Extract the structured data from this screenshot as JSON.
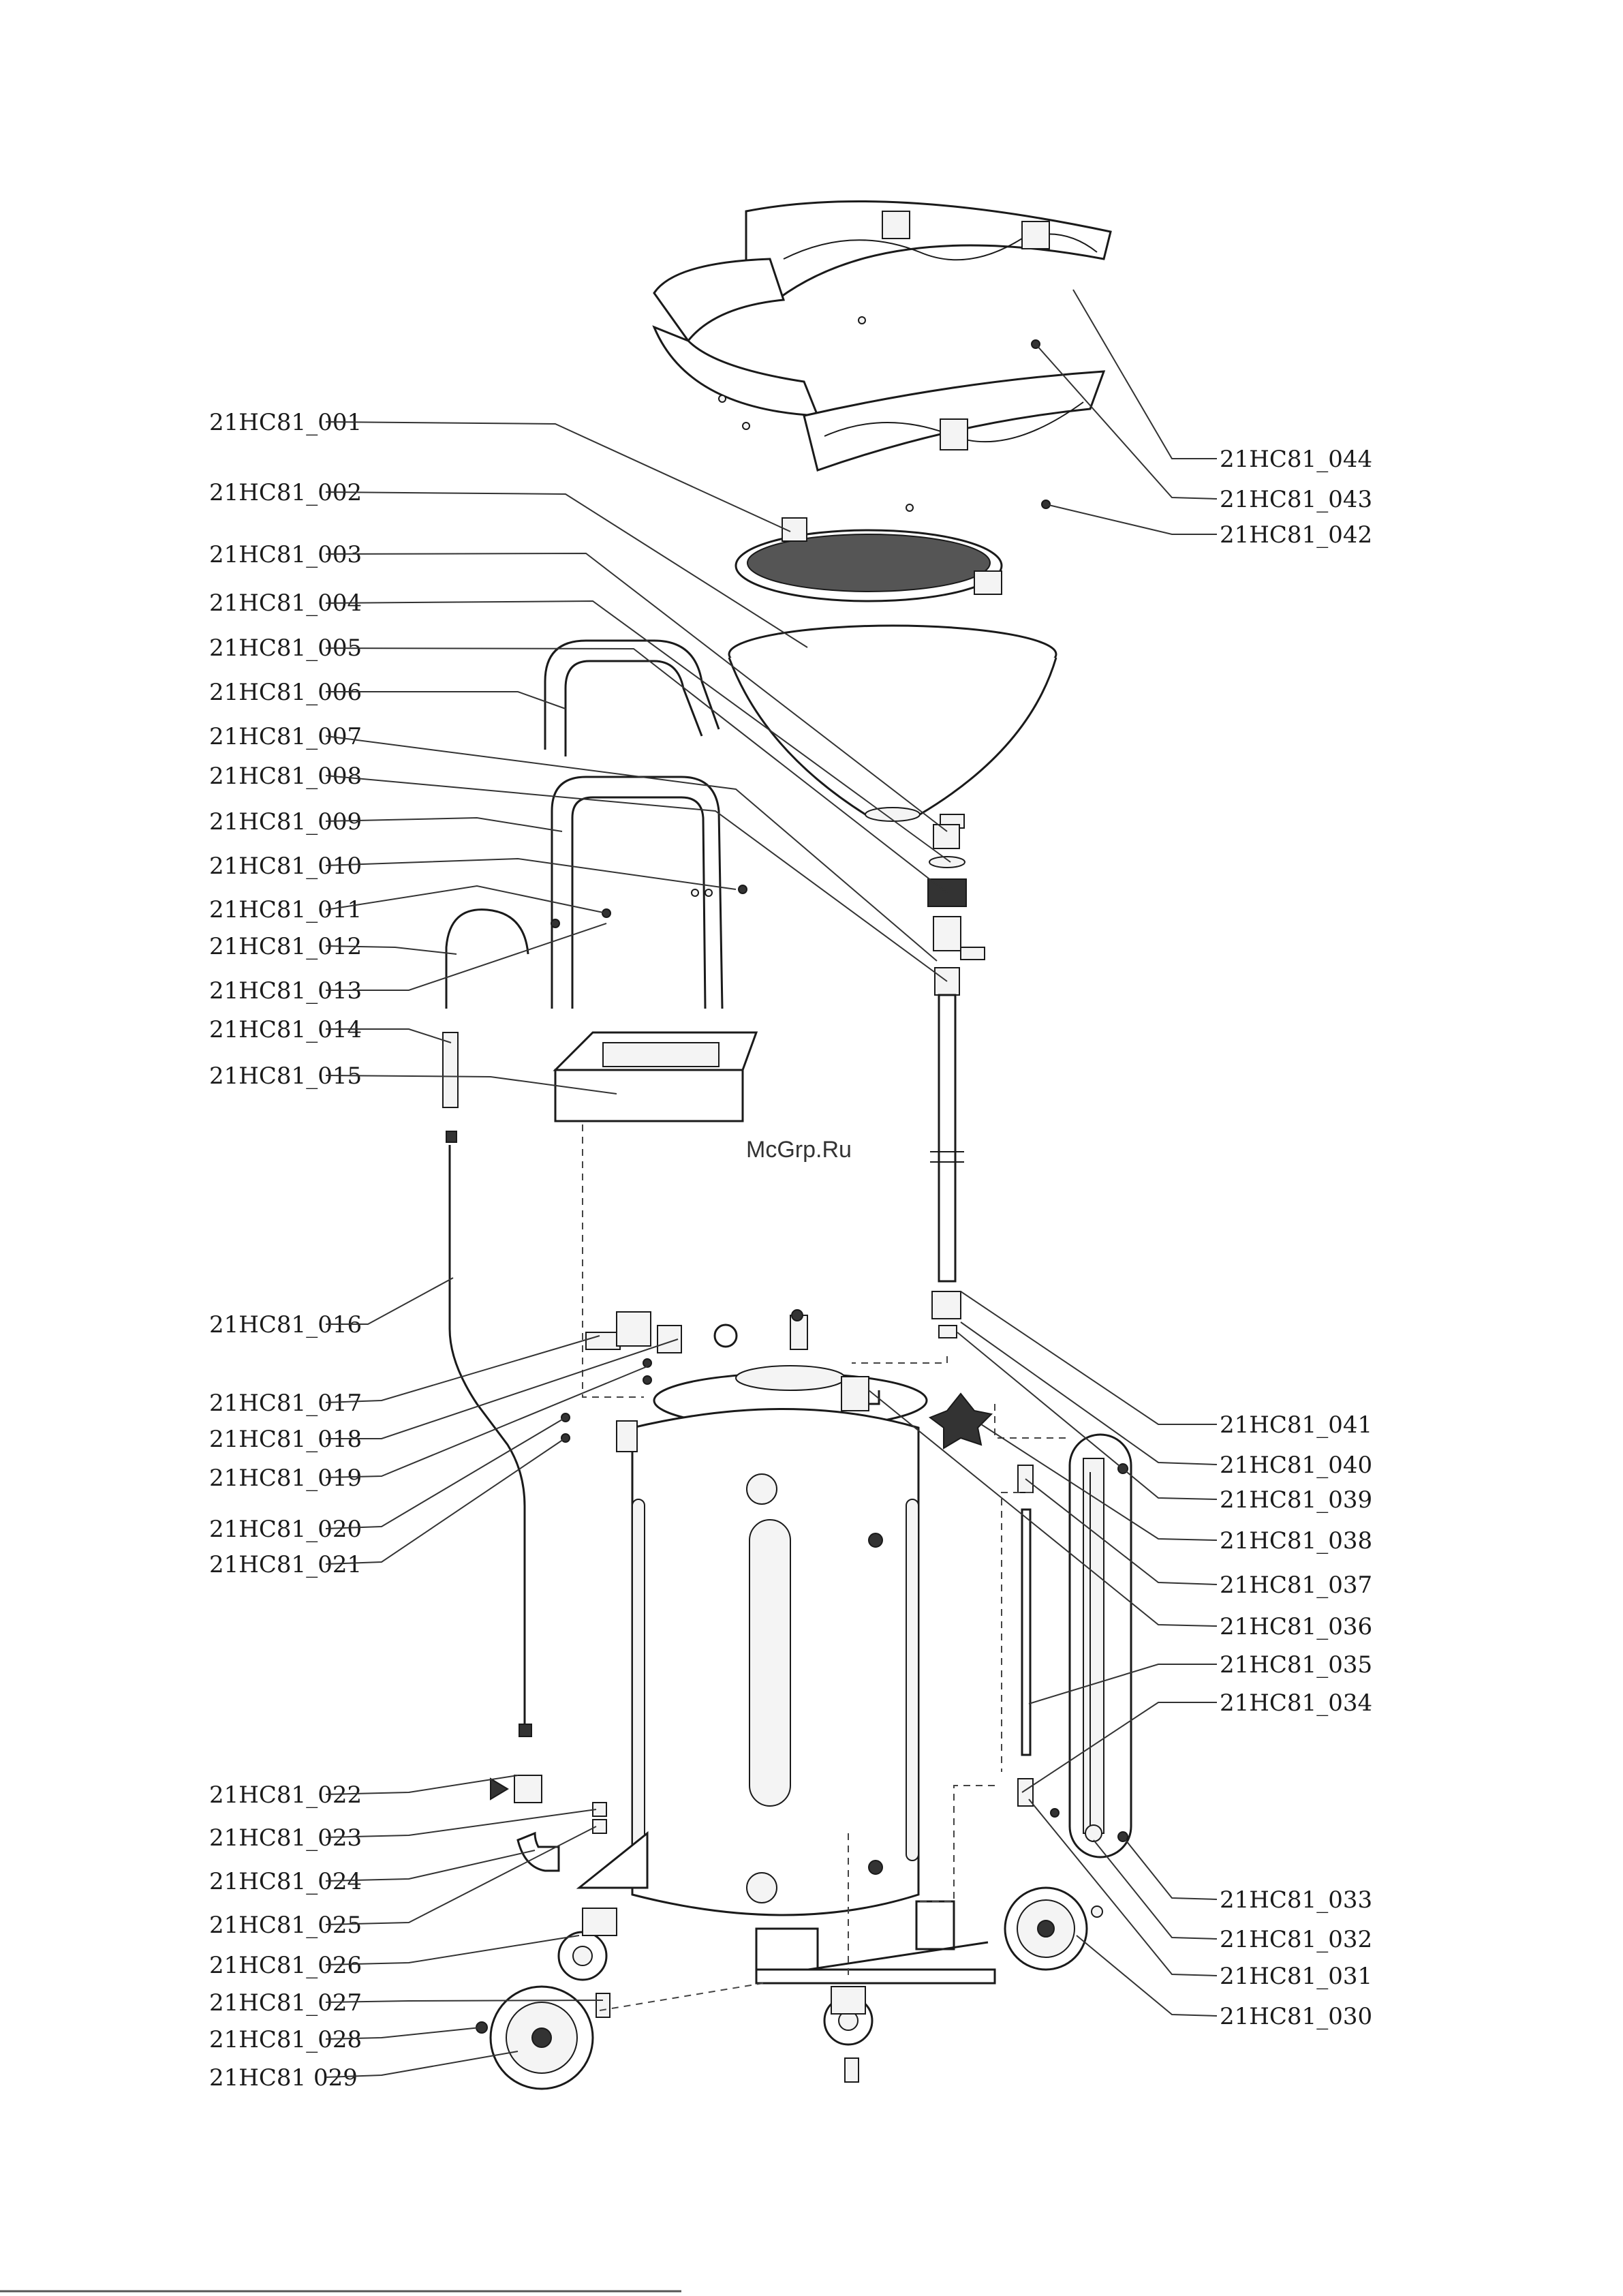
{
  "watermark": "McGrp.Ru",
  "labels_left": [
    "21HC81_001",
    "21HC81_002",
    "21HC81_003",
    "21HC81_004",
    "21HC81_005",
    "21HC81_006",
    "21HC81_007",
    "21HC81_008",
    "21HC81_009",
    "21HC81_010",
    "21HC81_011",
    "21HC81_012",
    "21HC81_013",
    "21HC81_014",
    "21HC81_015",
    "21HC81_016",
    "21HC81_017",
    "21HC81_018",
    "21HC81_019",
    "21HC81_020",
    "21HC81_021",
    "21HC81_022",
    "21HC81_023",
    "21HC81_024",
    "21HC81_025",
    "21HC81_026",
    "21HC81_027",
    "21HC81_028",
    "21HC81 029"
  ],
  "labels_right": [
    "21HC81_044",
    "21HC81_043",
    "21HC81_042",
    "21HC81_041",
    "21HC81_040",
    "21HC81_039",
    "21HC81_038",
    "21HC81_037",
    "21HC81_036",
    "21HC81_035",
    "21HC81_034",
    "21HC81_033",
    "21HC81_032",
    "21HC81_031",
    "21HC81_030"
  ]
}
